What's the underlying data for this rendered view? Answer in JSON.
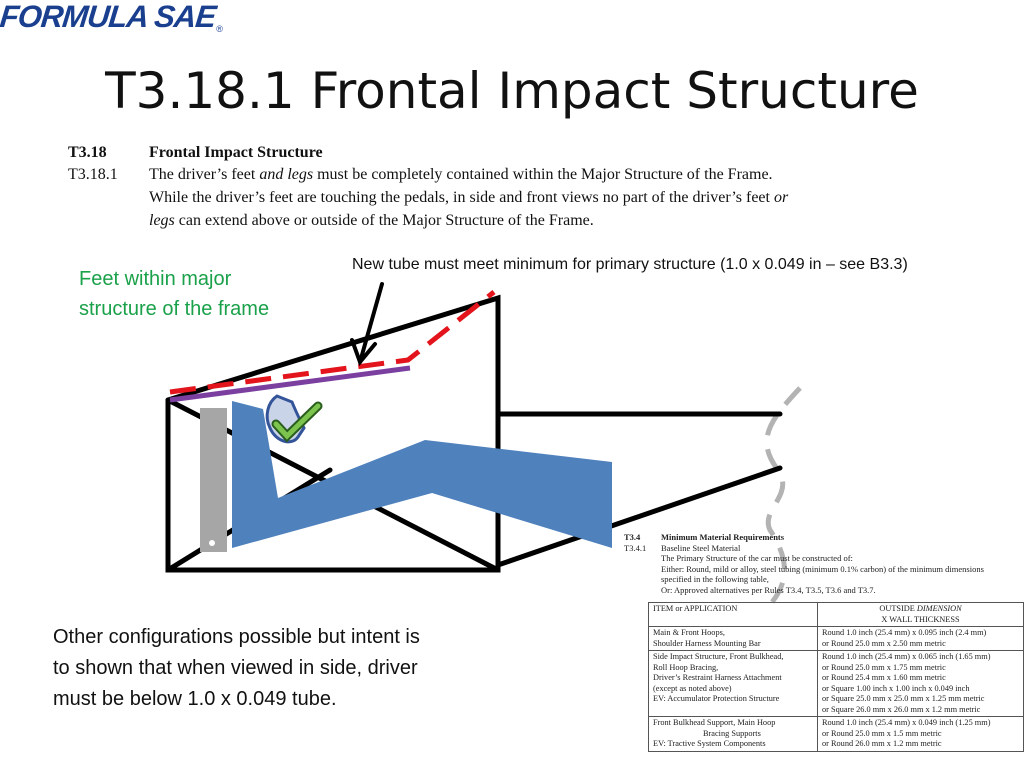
{
  "logo": {
    "text": "FORMULA SAE",
    "reg": "®"
  },
  "slide": {
    "title": "T3.18.1 Frontal Impact Structure"
  },
  "rule": {
    "heading_num": "T3.18",
    "heading_title": "Frontal Impact Structure",
    "num": "T3.18.1",
    "line1_a": "The driver’s feet ",
    "line1_i": "and legs",
    "line1_b": " must be completely contained within the Major Structure of the Frame.",
    "line2_a": "While the driver’s feet are touching the pedals, in side and front views no part of the driver’s feet ",
    "line2_i": "or",
    "line3_i": "legs",
    "line3_b": " can extend above or outside of the Major Structure of the Frame."
  },
  "annotations": {
    "feet_line1": "Feet within major",
    "feet_line2": "structure of the frame",
    "tube_note": "New tube must meet minimum for primary structure (1.0 x 0.049 in – see B3.3)",
    "other_line1": "Other configurations possible but intent is",
    "other_line2": "to shown that when viewed in side, driver",
    "other_line3": "must be below 1.0 x 0.049 tube."
  },
  "rule2": {
    "num": "T3.4",
    "title": "Minimum Material Requirements",
    "sub_num": "T3.4.1",
    "sub_title": "Baseline Steel Material",
    "line1": "The Primary Structure of the car must be constructed of:",
    "line2": "Either: Round, mild or alloy, steel tubing (minimum 0.1% carbon) of the minimum dimensions",
    "line3": "specified in the following table,",
    "line4": "Or: Approved alternatives per Rules T3.4, T3.5, T3.6 and T3.7."
  },
  "table": {
    "head_app": "ITEM or APPLICATION",
    "head_dim_a": "OUTSIDE ",
    "head_dim_i": "DIMENSION",
    "head_dim_b": "X  WALL THICKNESS",
    "rows": [
      {
        "app": [
          "Main & Front Hoops,",
          "Shoulder Harness Mounting Bar"
        ],
        "dim": [
          "Round 1.0 inch (25.4 mm) x 0.095 inch (2.4 mm)",
          "or  Round 25.0 mm x 2.50 mm metric"
        ]
      },
      {
        "app": [
          "Side Impact Structure, Front Bulkhead,",
          "Roll Hoop Bracing,",
          "Driver’s Restraint Harness Attachment",
          "(except as noted above)",
          "EV: Accumulator Protection Structure"
        ],
        "dim": [
          "Round 1.0 inch (25.4 mm) x 0.065 inch (1.65 mm)",
          "or Round 25.0 mm x 1.75 mm metric",
          "or Round 25.4 mm x 1.60 mm metric",
          "or Square 1.00 inch x 1.00 inch x 0.049 inch",
          "or Square 25.0 mm x 25.0 mm x 1.25 mm metric",
          "or Square 26.0 mm x 26.0 mm x 1.2 mm metric"
        ]
      },
      {
        "app": [
          "Front Bulkhead Support, Main Hoop",
          "Bracing Supports",
          "EV: Tractive System Components"
        ],
        "dim": [
          "Round 1.0 inch (25.4 mm) x 0.049 inch (1.25 mm)",
          "or Round 25.0 mm x 1.5 mm metric",
          "or Round 26.0 mm x 1.2 mm metric"
        ]
      }
    ]
  },
  "colors": {
    "frame": "#000000",
    "new_tube": "#7b3fa0",
    "dashed_limit": "#e3141c",
    "driver_legs": "#4f81bd",
    "pedal": "#a6a6a6",
    "open_side": "#b3b3b3",
    "check": "#3a8a2c",
    "feet_note": "#1aa14a"
  },
  "icons": {
    "checkmark": "check-icon",
    "arrow": "arrow-down-icon"
  }
}
